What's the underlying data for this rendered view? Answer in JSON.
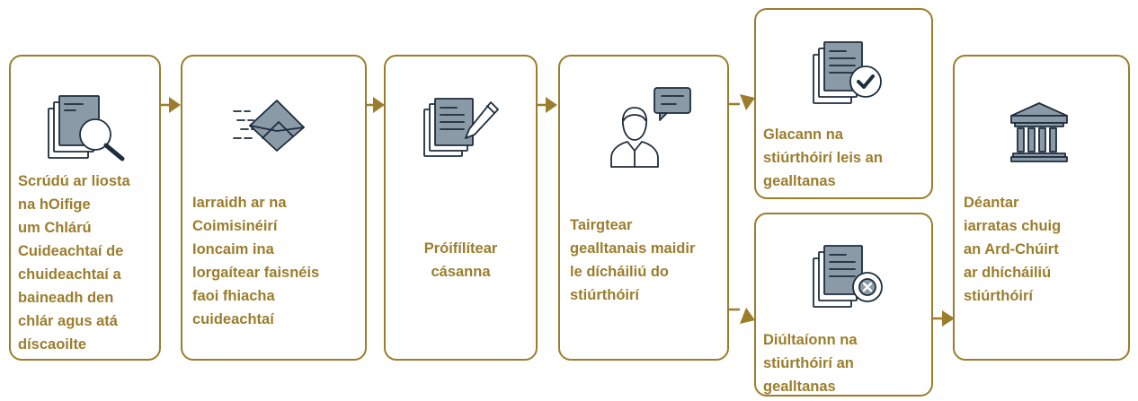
{
  "steps": {
    "examine": {
      "text": "Scrúdú ar liosta\nna hOifige\num Chlárú\nCuideachtaí de\nchuideachtaí a\nbaineadh den\nchlár agus atá\ndíscaoilte",
      "icon": "document-search-icon"
    },
    "request": {
      "text": "Iarraidh ar na\nCoimisinéirí\nIoncaim ina\nlorgaítear faisnéis\nfaoi fhiacha\ncuideachtaí",
      "icon": "envelope-send-icon"
    },
    "profile": {
      "text": "Próifílítear\ncásanna",
      "icon": "document-edit-icon"
    },
    "offer": {
      "text": "Tairgtear\ngealltanais maidir\nle dícháiliú do\nstiúrthóirí",
      "icon": "person-speech-icon"
    },
    "accept": {
      "text": "Glacann na\nstiúrthóirí leis an\ngealltanas",
      "icon": "document-check-icon"
    },
    "refuse": {
      "text": "Diúltaíonn na\nstiúrthóirí an\ngealltanas",
      "icon": "document-reject-icon"
    },
    "court": {
      "text": "Déantar\niarratas chuig\nan Ard-Chúirt\nar dhícháiliú\nstiúrthóirí",
      "icon": "courthouse-icon"
    }
  },
  "colors": {
    "border": "#9b7d2c",
    "text": "#9b7d2c",
    "icon_stroke": "#1e2d3d",
    "icon_fill": "#8a9aa6"
  }
}
